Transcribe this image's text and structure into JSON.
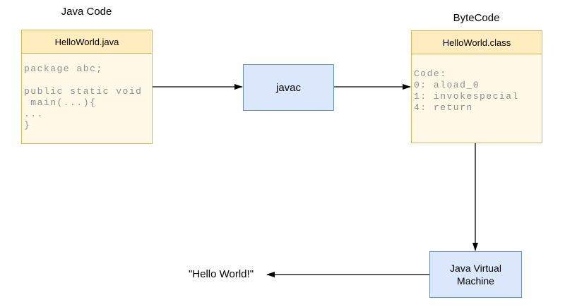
{
  "labels": {
    "java_code": "Java Code",
    "bytecode": "ByteCode",
    "hello_world": "\"Hello World!\""
  },
  "nodes": {
    "source_file": {
      "title": "HelloWorld.java",
      "code": "package abc;\n\npublic static void\n main(...){\n...\n}"
    },
    "javac": {
      "label": "javac"
    },
    "class_file": {
      "title": "HelloWorld.class",
      "code": "Code:\n0: aload_0\n1: invokespecial\n4: return"
    },
    "jvm": {
      "label": "Java Virtual Machine"
    }
  },
  "colors": {
    "yellow_header": "#ffedc0",
    "yellow_body": "#fff8e6",
    "yellow_border": "#d6b656",
    "blue_fill": "#dbe8fc",
    "blue_border": "#6c8ebf",
    "code_text": "#8f8f8f",
    "arrow": "#000000"
  }
}
